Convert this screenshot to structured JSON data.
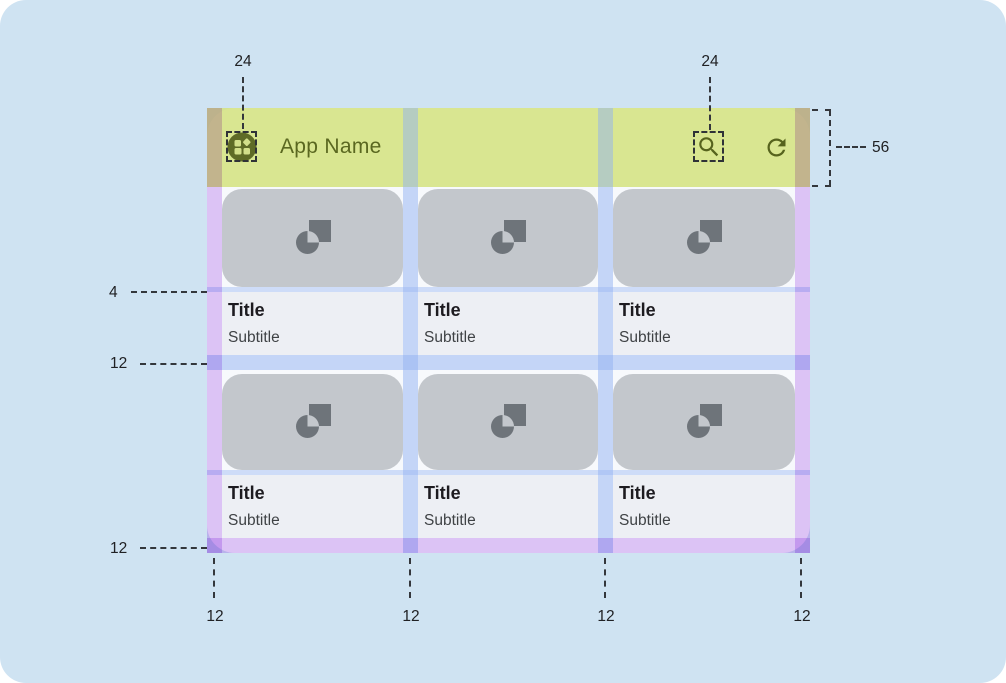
{
  "app_bar": {
    "title": "App Name",
    "height_dp": "56"
  },
  "cards": [
    {
      "title": "Title",
      "subtitle": "Subtitle"
    },
    {
      "title": "Title",
      "subtitle": "Subtitle"
    },
    {
      "title": "Title",
      "subtitle": "Subtitle"
    },
    {
      "title": "Title",
      "subtitle": "Subtitle"
    },
    {
      "title": "Title",
      "subtitle": "Subtitle"
    },
    {
      "title": "Title",
      "subtitle": "Subtitle"
    }
  ],
  "annotations": {
    "icon_size_left": "24",
    "icon_size_right": "24",
    "app_bar_height": "56",
    "image_text_gap": "4",
    "row_gap": "12",
    "bottom_margin": "12",
    "bottom_spacings": [
      "12",
      "12",
      "12",
      "12"
    ]
  },
  "icons": {
    "logo": "app-logo-grid-icon",
    "search": "search-icon",
    "refresh": "refresh-icon",
    "placeholder": "image-placeholder-icon"
  },
  "colors": {
    "page_background": "#cfe3f2",
    "app_bar_highlight": "#dce7a0",
    "margin_highlight": "#dcc6f2",
    "gutter_highlight": "#bed2f4",
    "card_image": "#c3c7cc",
    "card_text_bg": "#edeff4",
    "olive_icon": "#56631d",
    "annotation_text": "#202124"
  }
}
